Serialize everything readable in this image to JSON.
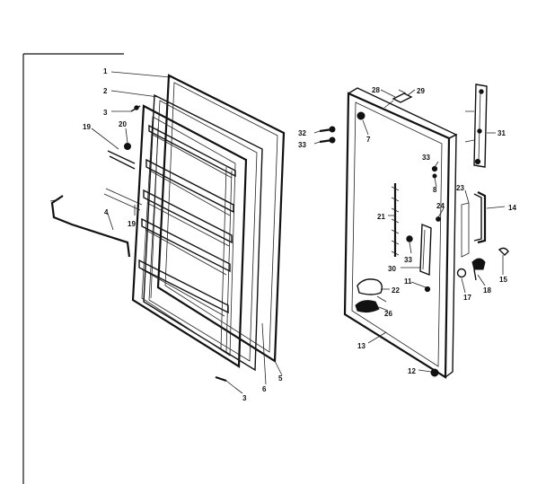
{
  "diagram": {
    "type": "exploded parts diagram",
    "left_door_labels": [
      "1",
      "2",
      "3",
      "19",
      "20",
      "19",
      "4",
      "3",
      "6",
      "5"
    ],
    "right_door_labels": [
      "28",
      "29",
      "32",
      "33",
      "7",
      "33",
      "8",
      "31",
      "23",
      "14",
      "21",
      "24",
      "33",
      "30",
      "11",
      "22",
      "26",
      "17",
      "18",
      "15",
      "13",
      "12"
    ]
  }
}
